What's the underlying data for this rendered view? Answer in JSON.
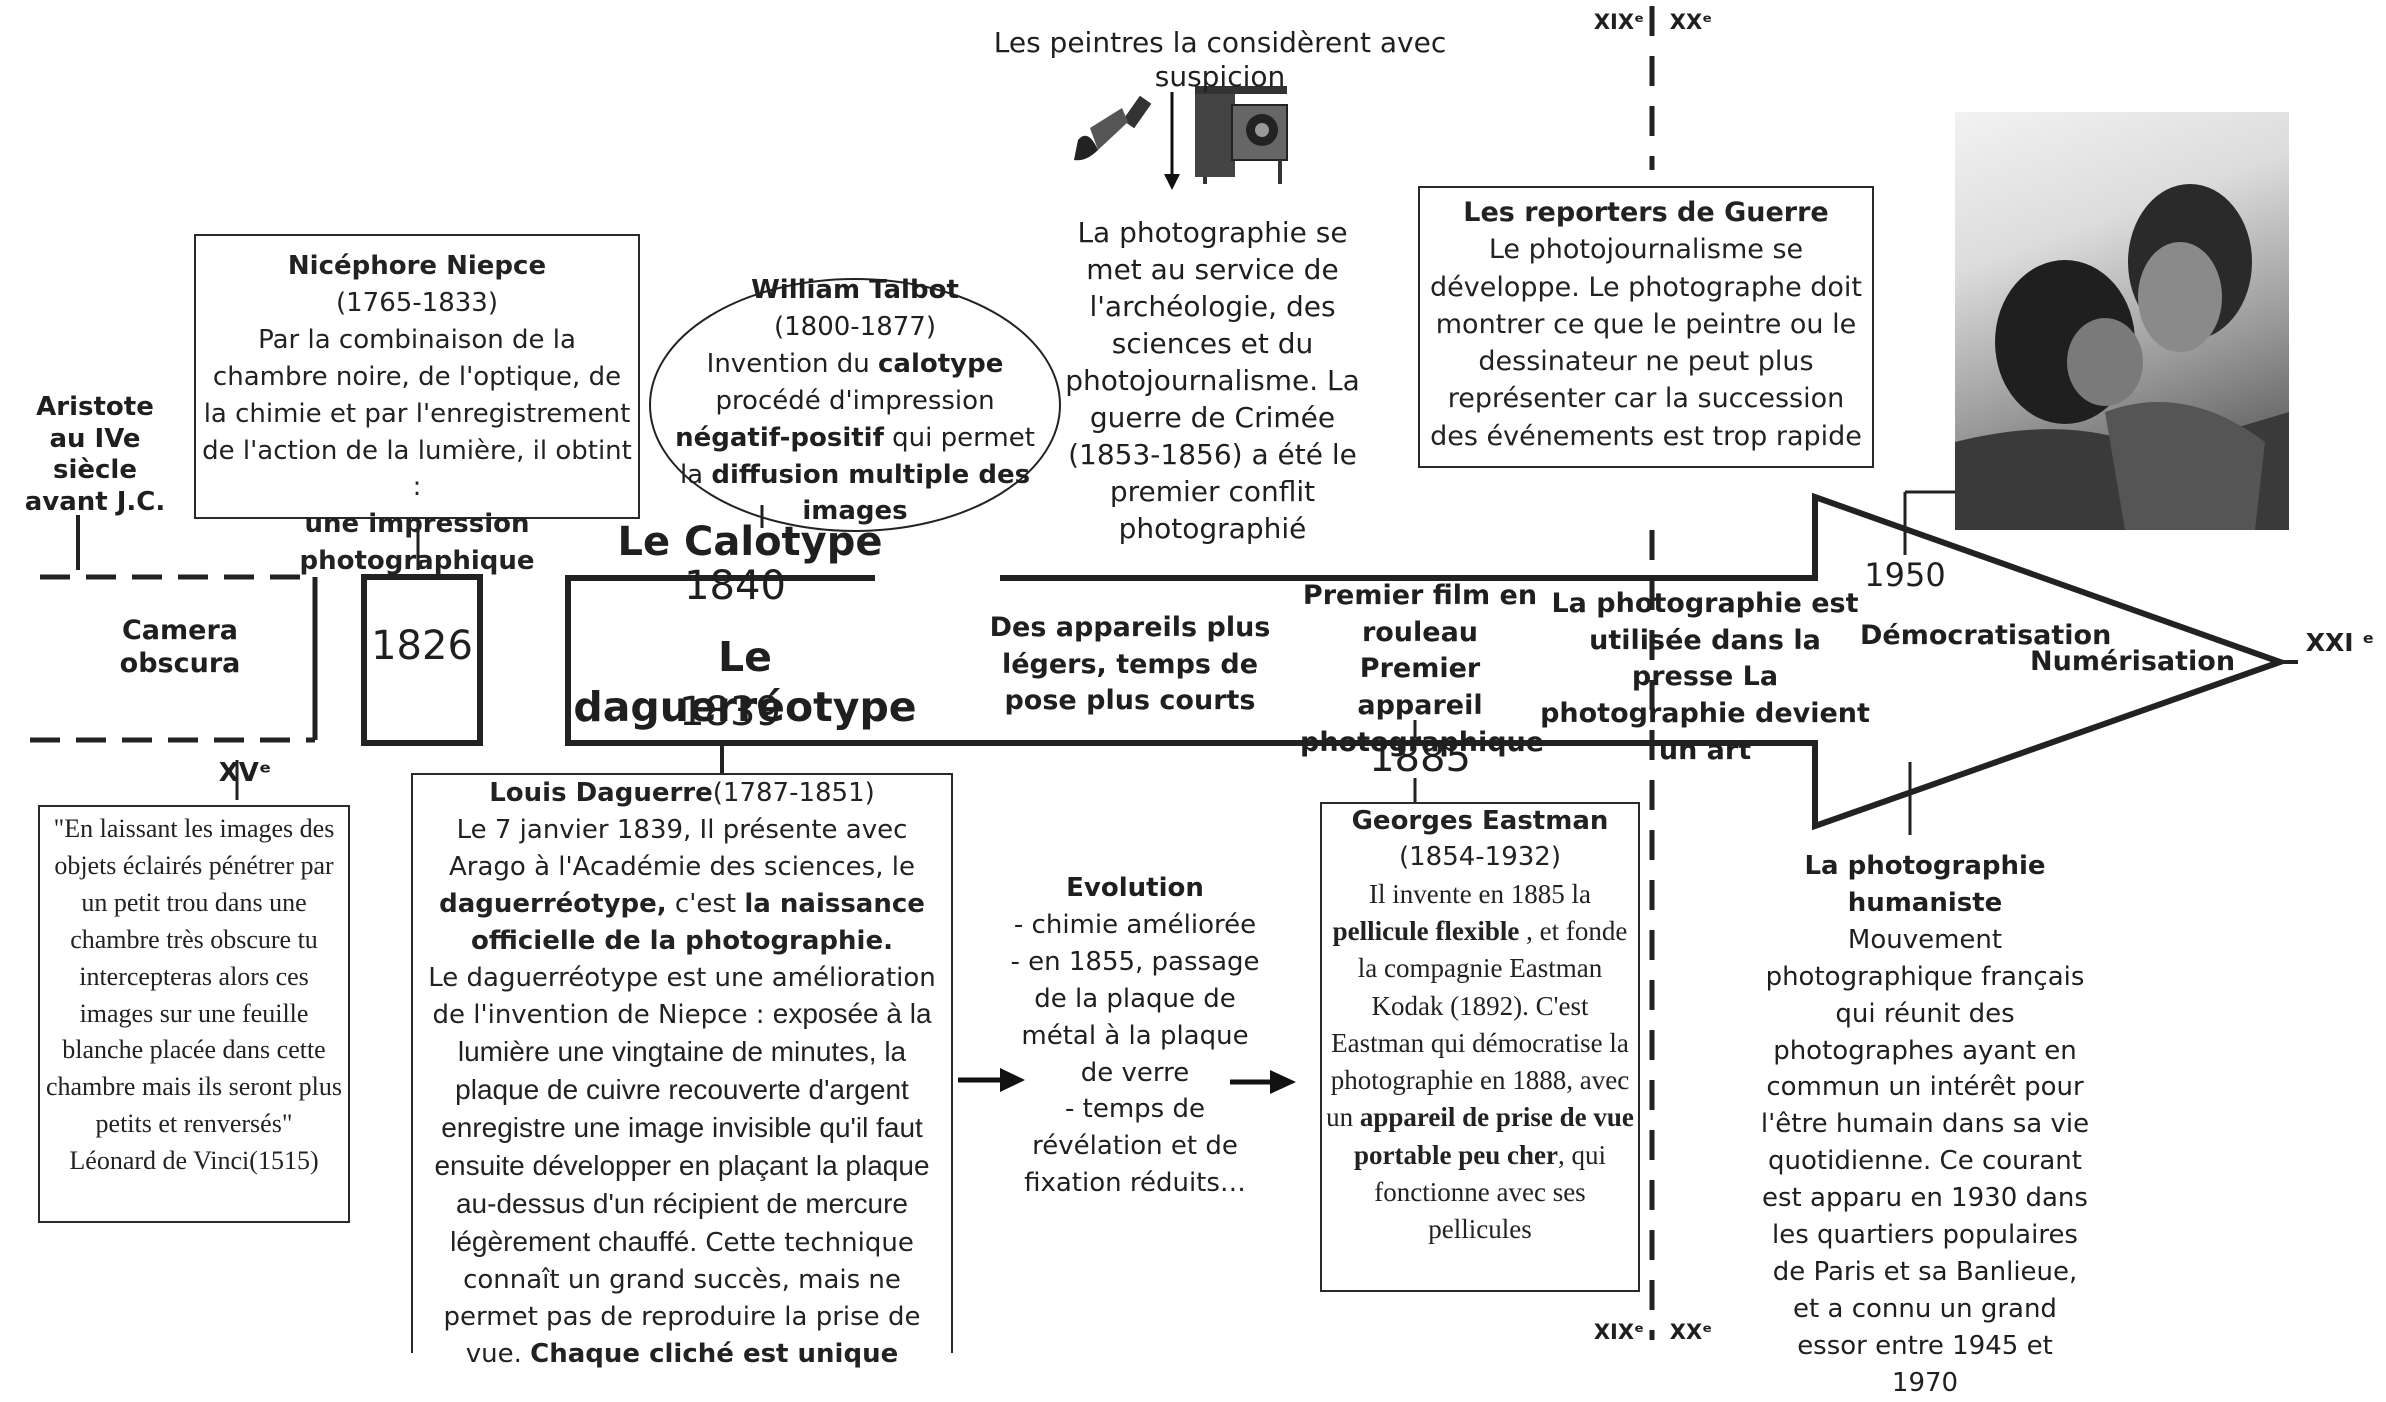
{
  "century_marks": {
    "c19": "XIXᵉ",
    "c20": "XXᵉ",
    "c21": "XXI ᵉ",
    "c15": "XVᵉ"
  },
  "painters_note": "Les peintres la considèrent avec suspicion",
  "services_text": "La photographie se met au service de l'archéologie, des sciences et du photojournalisme. La guerre de Crimée (1853-1856) a été le premier conflit photographié",
  "aristote": {
    "name": "Aristote",
    "line2": "au IVe siècle",
    "line3": "avant J.C."
  },
  "camera_obscura": {
    "line1": "Camera",
    "line2": "obscura"
  },
  "vinci_quote": "\"En laissant les images des objets éclairés pénétrer par un petit trou dans une chambre très obscure tu intercepteras alors ces images sur une feuille blanche placée dans cette chambre mais ils seront plus petits et renversés\"",
  "vinci_author": "Léonard de Vinci(1515)",
  "niepce": {
    "name": "Nicéphore Niepce",
    "dates": "(1765-1833)",
    "text": "Par la combinaison de la chambre noire, de l'optique, de la chimie et par l'enregistrement de l'action de la lumière, il obtint :",
    "result": "une impression photographique"
  },
  "year_1826": "1826",
  "talbot": {
    "name": "William Talbot",
    "dates": "(1800-1877)",
    "p1": "Invention du ",
    "calotype": "calotype",
    "p2": " procédé d'impression ",
    "negatif": "négatif-positif",
    "p3": " qui permet la ",
    "diffusion": "diffusion multiple des images"
  },
  "calotype": {
    "title": "Le Calotype",
    "year": "1840"
  },
  "daguerreotype": {
    "title": "Le daguerréotype",
    "year": "1839"
  },
  "daguerre": {
    "name": "Louis Daguerre",
    "dates": "(1787-1851)",
    "t1": "Le 7 janvier 1839, Il présente avec Arago à l'Académie des sciences, le",
    "t2": "daguerréotype,",
    "t3": " c'est ",
    "t4": "la naissance officielle de la photographie.",
    "t5": "Le daguerréotype est une amélioration de l'invention de Niepce : ",
    "t6": "exposée à la lumière une vingtaine de minutes, la plaque de cuivre recouverte d'argent enregistre une image invisible qu'il faut ensuite développer en plaçant la plaque au-dessus d'un récipient de mercure légèrement chauffé.",
    "t7": " Cette technique connaît un grand succès, mais ne permet pas de reproduire la prise de vue. ",
    "t8": "Chaque cliché est unique"
  },
  "lighter": "Des appareils plus légers, temps de pose plus courts",
  "evolution": {
    "title": "Evolution",
    "items": [
      "- chimie améliorée",
      "- en 1855, passage de la  plaque de métal à la plaque de verre",
      "- temps de révélation et de fixation réduits…"
    ]
  },
  "film": "Premier film en rouleau Premier appareil photographique",
  "year_1885": "1885",
  "eastman": {
    "name": "Georges Eastman",
    "dates": "(1854-1932)",
    "t1": "Il invente en 1885 la ",
    "t2": "pellicule flexible",
    "t3": " , et fonde la compagnie Eastman Kodak (1892). C'est Eastman qui démocratise la photographie en 1888, avec un ",
    "t4": "appareil de prise de vue portable peu cher",
    "t5": ", qui fonctionne avec ses pellicules"
  },
  "reporters": {
    "title": "Les reporters de Guerre",
    "text": "Le photojournalisme se développe. Le photographe doit montrer ce que le peintre ou le dessinateur ne peut plus représenter car la succession des événements est trop rapide"
  },
  "presse": "La photographie est utilisée dans la presse La photographie devient un art",
  "year_1950": "1950",
  "democratisation": "Démocratisation",
  "numerisation": "Numérisation",
  "humaniste": {
    "title": "La photographie humaniste",
    "text": "Mouvement photographique français qui réunit des photographes ayant en commun un intérêt pour l'être humain dans sa vie quotidienne. Ce courant est apparu en 1930 dans les quartiers populaires de Paris et sa Banlieue, et a connu un grand essor entre 1945 et 1970"
  }
}
